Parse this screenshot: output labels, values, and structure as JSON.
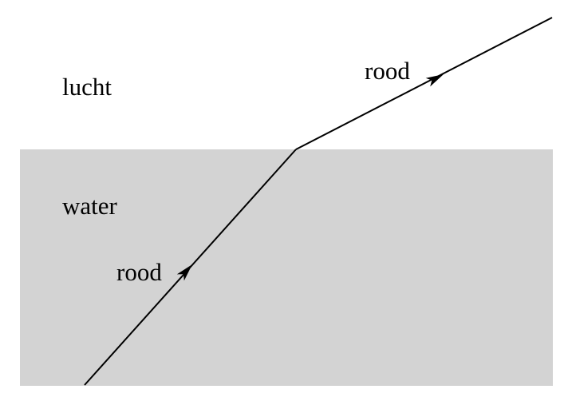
{
  "media": {
    "air_label": "lucht",
    "water_label": "water"
  },
  "rays": {
    "incident_label": "rood",
    "refracted_label": "rood"
  },
  "colors": {
    "water_fill": "#d3d3d3",
    "ray": "#000000",
    "background": "#ffffff",
    "text": "#000000"
  }
}
